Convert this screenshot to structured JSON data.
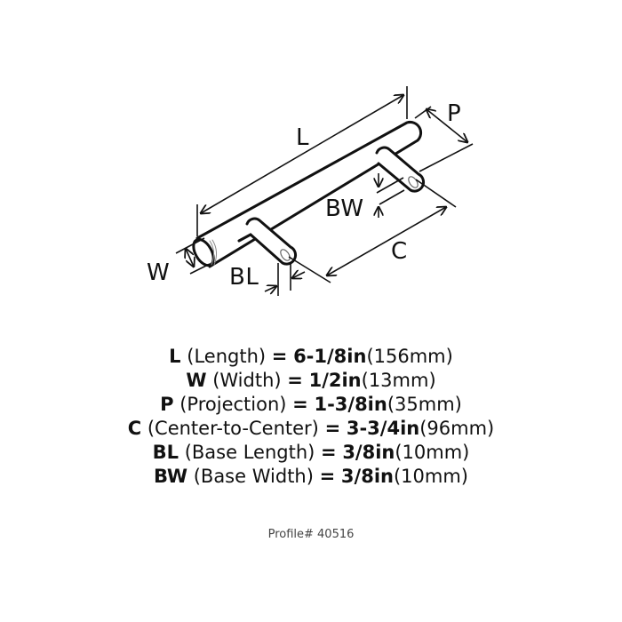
{
  "diagram": {
    "labels": {
      "L": "L",
      "P": "P",
      "W": "W",
      "BL": "BL",
      "BW": "BW",
      "C": "C"
    }
  },
  "specs": [
    {
      "code": "L",
      "name": "(Length)",
      "eq": "=",
      "value": "6-1/8in",
      "metric": "(156mm)"
    },
    {
      "code": "W",
      "name": "(Width)",
      "eq": "=",
      "value": "1/2in",
      "metric": "(13mm)"
    },
    {
      "code": "P",
      "name": "(Projection)",
      "eq": "=",
      "value": "1-3/8in",
      "metric": "(35mm)"
    },
    {
      "code": "C",
      "name": "(Center-to-Center)",
      "eq": "=",
      "value": "3-3/4in",
      "metric": "(96mm)"
    },
    {
      "code": "BL",
      "name": "(Base Length)",
      "eq": "=",
      "value": "3/8in",
      "metric": "(10mm)"
    },
    {
      "code": "BW",
      "name": "(Base Width)",
      "eq": "=",
      "value": "3/8in",
      "metric": "(10mm)"
    }
  ],
  "profile": "Profile# 40516"
}
